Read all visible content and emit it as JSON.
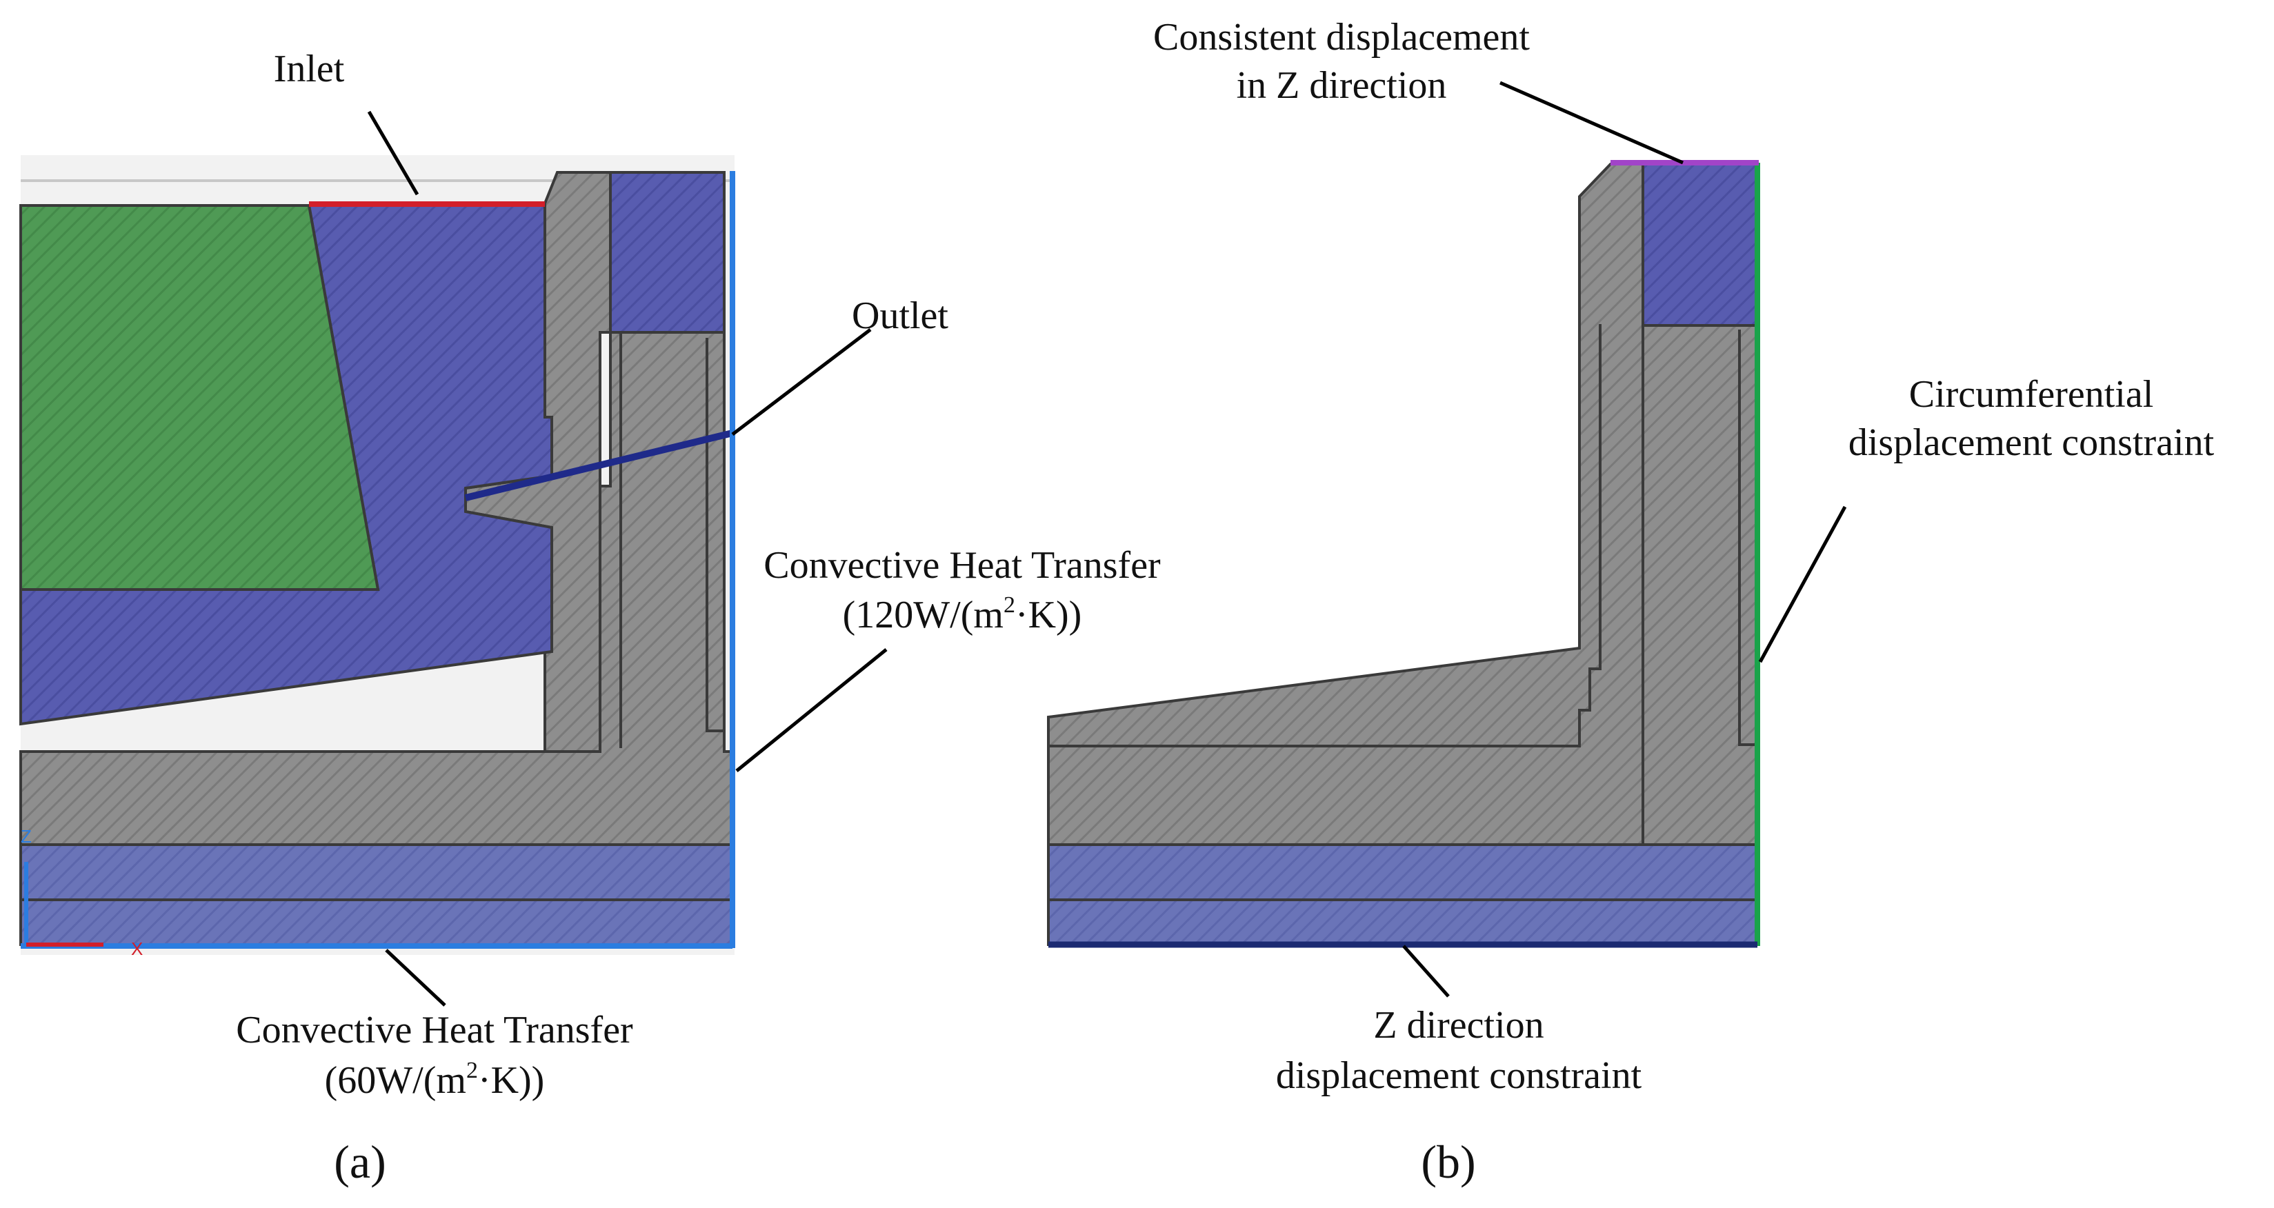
{
  "panel_a": {
    "caption": "(a)",
    "labels": {
      "inlet": "Inlet",
      "outlet": "Outlet",
      "conv_right_line1": "Convective Heat Transfer",
      "conv_right_pre": "(120W/(m",
      "conv_right_sup": "2",
      "conv_right_post": "·K))",
      "conv_bottom_line1": "Convective Heat Transfer",
      "conv_bottom_pre": "(60W/(m",
      "conv_bottom_sup": "2",
      "conv_bottom_post": "·K))"
    },
    "axis_labels": {
      "z": "Z",
      "x": "X"
    }
  },
  "panel_b": {
    "caption": "(b)",
    "labels": {
      "top_line1": "Consistent displacement",
      "top_line2": "in  Z direction",
      "right_line1": "Circumferential",
      "right_line2": "displacement constraint",
      "bottom_line1": "Z direction",
      "bottom_line2": "displacement constraint"
    }
  },
  "colors": {
    "gray_region": "#8e8e8e",
    "blue_region": "#585cb0",
    "blue_band": "#6a74b8",
    "green_region": "#4f9a55",
    "inlet_red": "#d21f2a",
    "outlet_blue": "#1f2a8a",
    "boundary_blue": "#2b7de0",
    "constraint_green": "#1aa34a",
    "constraint_purple": "#a144c8",
    "constraint_navy": "#1b2a72"
  }
}
